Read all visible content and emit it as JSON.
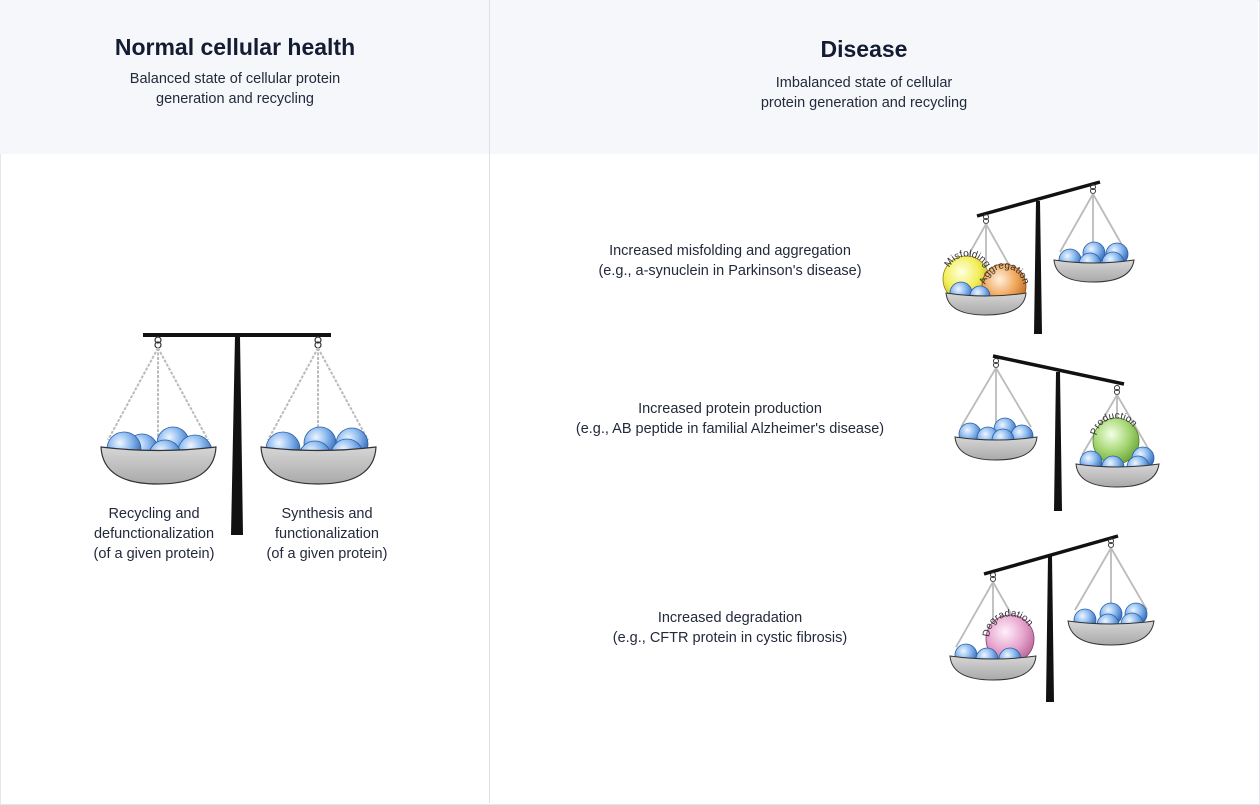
{
  "normal": {
    "title": "Normal cellular health",
    "subtitle_line1": "Balanced state of cellular protein",
    "subtitle_line2": "generation and recycling",
    "left_label_line1": "Recycling and",
    "left_label_line2": "defunctionalization",
    "left_label_line3": "(of a given protein)",
    "right_label_line1": "Synthesis and",
    "right_label_line2": "functionalization",
    "right_label_line3": "(of a given protein)"
  },
  "disease": {
    "title": "Disease",
    "subtitle_line1": "Imbalanced state of cellular",
    "subtitle_line2": "protein generation and recycling",
    "rows": [
      {
        "line1": "Increased misfolding and aggregation",
        "line2": "(e.g., a-synuclein in Parkinson's disease)",
        "ball1": "Misfolding",
        "ball2": "Aggregation"
      },
      {
        "line1": "Increased protein production",
        "line2": "(e.g., AB peptide in familial Alzheimer's disease)",
        "ball1": "Production"
      },
      {
        "line1": "Increased degradation",
        "line2": "(e.g., CFTR protein in cystic fibrosis)",
        "ball1": "Degradation"
      }
    ]
  },
  "colors": {
    "header_bg": "#f5f7fa",
    "sphere_blue": "#6fa6e6",
    "misfolding_yellow": "#eeea5a",
    "aggregation_orange": "#f0a35a",
    "production_green": "#a7d675",
    "degradation_pink": "#e7a6cf",
    "scale_black": "#111111",
    "pan_gray": "#c4c4c4"
  }
}
